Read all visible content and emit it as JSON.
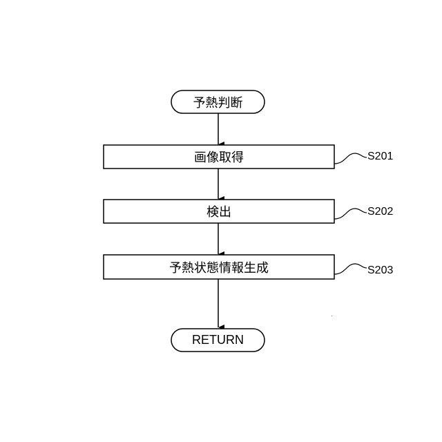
{
  "flowchart": {
    "start": "予熱判断",
    "steps": [
      {
        "id": "S201",
        "label": "画像取得"
      },
      {
        "id": "S202",
        "label": "検出"
      },
      {
        "id": "S203",
        "label": "予熱状態情報生成"
      }
    ],
    "end": "RETURN"
  }
}
